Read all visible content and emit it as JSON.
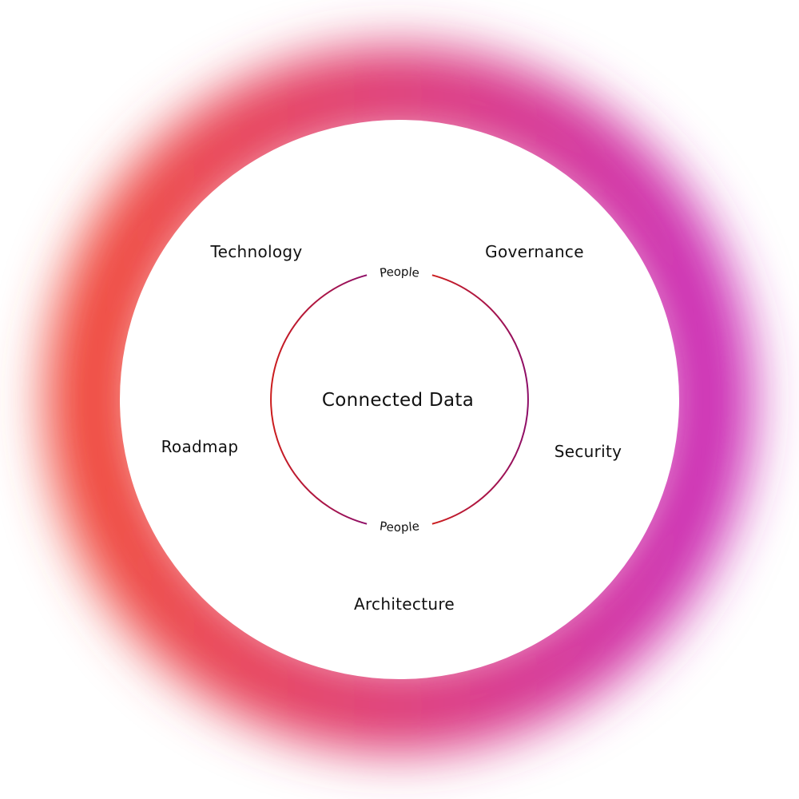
{
  "diagram": {
    "center": "Connected Data",
    "ring_labels": {
      "top": "People",
      "bottom": "People"
    },
    "pillars": [
      {
        "key": "technology",
        "label": "Technology"
      },
      {
        "key": "governance",
        "label": "Governance"
      },
      {
        "key": "roadmap",
        "label": "Roadmap"
      },
      {
        "key": "security",
        "label": "Security"
      },
      {
        "key": "architecture",
        "label": "Architecture"
      }
    ]
  },
  "colors": {
    "glow_left": "#f04a3c",
    "glow_right": "#cc2fb5",
    "ring_left": "#cc1d1d",
    "ring_right": "#8e0e68",
    "text": "#111111",
    "background": "#ffffff"
  }
}
